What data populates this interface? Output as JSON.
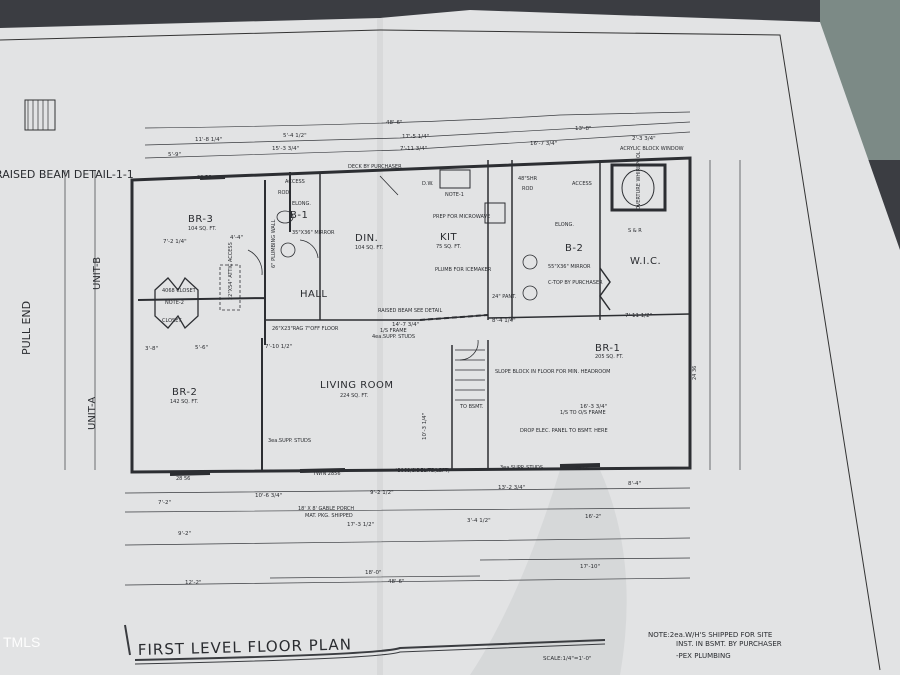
{
  "title": "FIRST LEVEL FLOOR PLAN",
  "scale": "SCALE:1/4\"=1'-0\"",
  "notes": [
    "NOTE:2ea.W/H'S SHIPPED FOR SITE",
    "INST. IN BSMT. BY PURCHASER",
    "-PEX PLUMBING"
  ],
  "detail_title": "RAISED BEAM DETAIL-1-1",
  "watermark": "TMLS",
  "side_labels": {
    "pull_end": "PULL END",
    "unit_b": "UNIT-B",
    "unit_a": "UNIT-A"
  },
  "rooms": {
    "br3": {
      "name": "BR-3",
      "area": "104 SQ. FT."
    },
    "b1": {
      "name": "B-1"
    },
    "din": {
      "name": "DIN.",
      "area": "104 SQ. FT."
    },
    "kit": {
      "name": "KIT",
      "area": "75 SQ. FT."
    },
    "b2": {
      "name": "B-2"
    },
    "wic": {
      "name": "W.I.C."
    },
    "hall": {
      "name": "HALL"
    },
    "br2": {
      "name": "BR-2",
      "area": "142 SQ. FT."
    },
    "living": {
      "name": "LIVING ROOM",
      "area": "224 SQ. FT."
    },
    "br1": {
      "name": "BR-1",
      "area": "205 SQ. FT."
    }
  },
  "annotations": {
    "deck": "DECK BY PURCHASER",
    "access1": "ACCESS",
    "rod1": "ROD",
    "elong1": "ELONG.",
    "mirror1": "35\"X36\" MIRROR",
    "plumbing_wall": "6\" PLUMBING WALL",
    "closet_note": "4068 CLOSET",
    "note2": "NOTE-2",
    "closet2": "CLOSET",
    "attic": "22\"X54\" ATTIC ACCESS",
    "rag": "26\"X23\"RAG 7\"OFF FLOOR",
    "raised_beam": "RAISED BEAM SEE DETAIL",
    "frame": "1/S FRAME",
    "studs": "4ea.SUPP. STUDS",
    "microwave": "PREP FOR MICROWAVE",
    "icemaker": "PLUMB FOR ICEMAKER",
    "pant": "24\" PANT.",
    "dw": "D.W.",
    "note1": "NOTE-1",
    "shower": "48\"SHR",
    "rod2": "ROD",
    "access2": "ACCESS",
    "elong2": "ELONG.",
    "mirror2": "55\"X36\" MIRROR",
    "ctop": "C-TOP BY PURCHASER",
    "whirlpool": "OVERTURE WHIRLPOOL",
    "acrylic": "ACRYLIC BLOCK WINDOW",
    "sr": "S & R",
    "slope": "SLOPE BLOCK IN FLOOR FOR MIN. HEADROOM",
    "to_bsmt": "TO BSMT.",
    "elec": "DROP ELEC. PANEL TO BSMT. HERE",
    "os_frame": "1/S TO O/S FRAME",
    "studs3": "3ea.SUPP. STUDS",
    "twin": "TWIN 2856",
    "sidelite": "*3068/SIDELITE(LEFT)",
    "porch": "18' X 8' GABLE PORCH",
    "porch2": "MAT. PKG. SHIPPED",
    "win2856": "28 56",
    "win2436": "24 36"
  },
  "dimensions": {
    "overall_top": "48'-6\"",
    "overall_bottom": "48'-6\"",
    "d1": "11'-8 1/4\"",
    "d2": "5'-4 1/2\"",
    "d3": "15'-3 3/4\"",
    "d4": "5'-9\"",
    "d5": "17'-5 1/4\"",
    "d6": "7'-11 3/4\"",
    "d7": "13'-8\"",
    "d8": "16'-7 3/4\"",
    "d9": "2'-3 3/4\"",
    "d10": "7'-2 1/4\"",
    "d11": "4'-4\"",
    "d12": "3'-8\"",
    "d13": "5'-6\"",
    "d14": "7'-10 1/2\"",
    "d15": "14'-7 3/4\"",
    "d16": "8'-4 1/4\"",
    "d17": "7'-11 1/2\"",
    "d18": "16'-3 3/4\"",
    "d19": "7'-2\"",
    "d20": "10'-6 3/4\"",
    "d21": "9'-2 1/2\"",
    "d22": "13'-2 3/4\"",
    "d23": "8'-4\"",
    "d24": "9'-2\"",
    "d25": "17'-3 1/2\"",
    "d26": "3'-4 1/2\"",
    "d27": "16'-2\"",
    "d28": "12'-2\"",
    "d29": "18'-0\"",
    "d30": "17'-10\"",
    "d31": "10'-3 1/4\""
  }
}
